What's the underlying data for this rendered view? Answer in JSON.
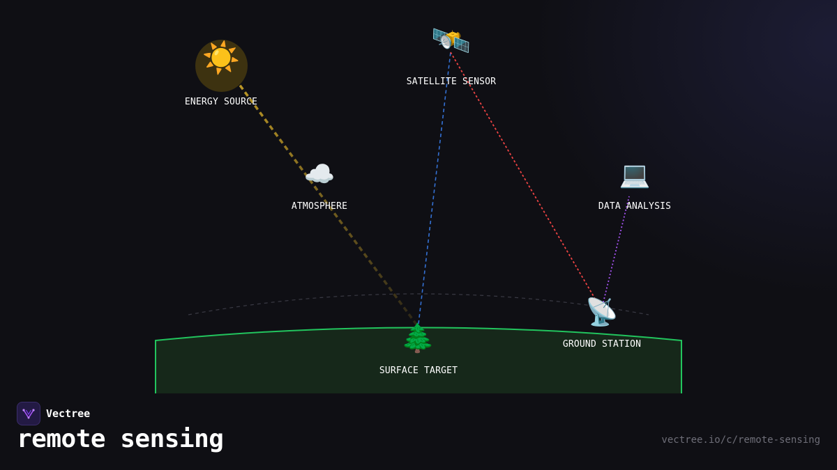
{
  "brand": {
    "name": "Vectree",
    "accent": "#a855f7"
  },
  "page": {
    "title": "remote sensing",
    "url": "vectree.io/c/remote-sensing"
  },
  "colors": {
    "energy_path": "#c9a227",
    "sensor_path": "#3b82f6",
    "downlink_path": "#ef4444",
    "analysis_path": "#a855f7",
    "surface_stroke": "#22c55e",
    "surface_fill": "#16281a"
  },
  "nodes": {
    "energy_source": {
      "label": "ENERGY SOURCE",
      "icon": "sun-icon",
      "glyph": "☀️"
    },
    "satellite": {
      "label": "SATELLITE SENSOR",
      "icon": "satellite-icon",
      "glyph": "🛰️"
    },
    "atmosphere": {
      "label": "ATMOSPHERE",
      "icon": "cloud-icon",
      "glyph": "☁️"
    },
    "data_analysis": {
      "label": "DATA ANALYSIS",
      "icon": "laptop-icon",
      "glyph": "💻"
    },
    "ground_station": {
      "label": "GROUND STATION",
      "icon": "satellite-dish-icon",
      "glyph": "📡"
    },
    "surface_target": {
      "label": "SURFACE TARGET",
      "icon": "evergreen-tree-icon",
      "glyph": "🌲"
    }
  }
}
